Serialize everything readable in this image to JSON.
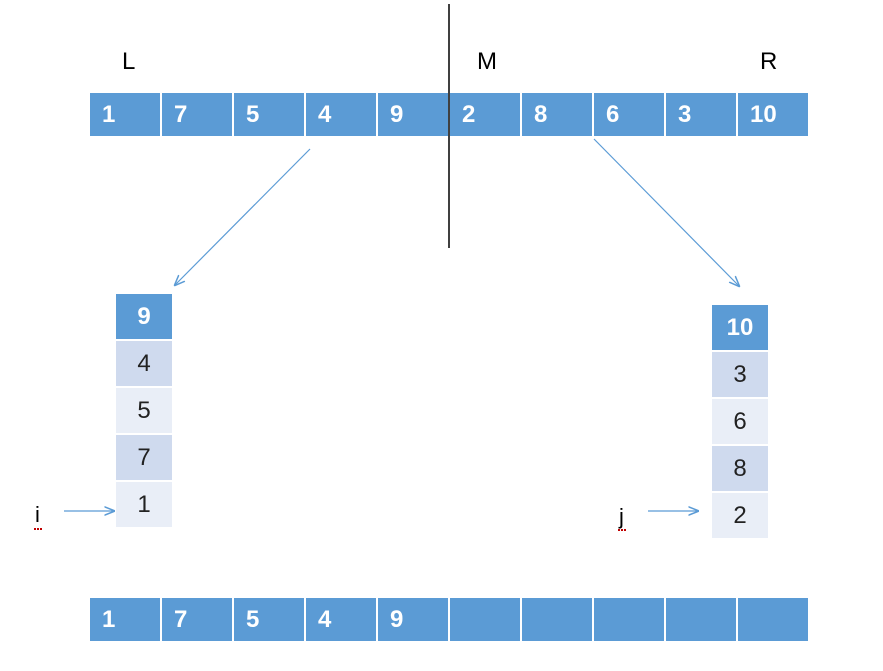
{
  "markers": {
    "left": "L",
    "mid": "M",
    "right": "R"
  },
  "top_array": [
    "1",
    "7",
    "5",
    "4",
    "9",
    "2",
    "8",
    "6",
    "3",
    "10"
  ],
  "left_stack": [
    "9",
    "4",
    "5",
    "7",
    "1"
  ],
  "right_stack": [
    "10",
    "3",
    "6",
    "8",
    "2"
  ],
  "pointers": {
    "i": "i",
    "j": "j"
  },
  "bottom_array": [
    "1",
    "7",
    "5",
    "4",
    "9",
    "",
    "",
    "",
    "",
    ""
  ],
  "colors": {
    "cell_blue": "#5b9bd5",
    "stack_dark": "#cfdaee",
    "stack_light": "#e9eef7",
    "arrow": "#5b9bd5",
    "divider": "#000000"
  }
}
